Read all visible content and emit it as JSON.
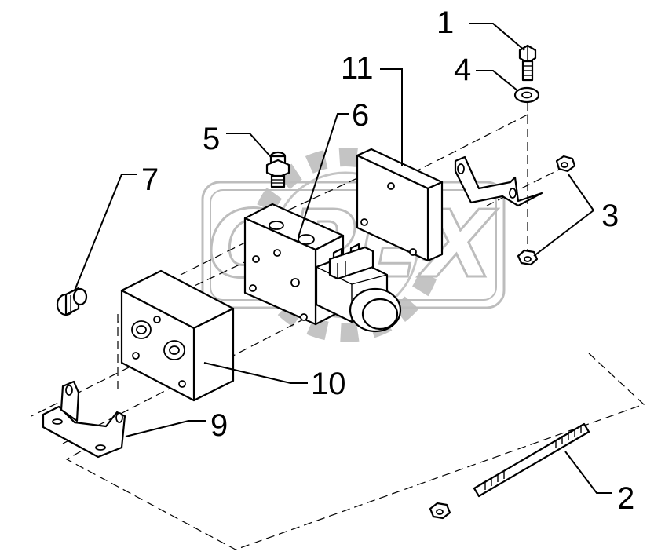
{
  "watermark": {
    "text": "OPEX"
  },
  "callouts": [
    {
      "id": "1",
      "label": "1"
    },
    {
      "id": "2",
      "label": "2"
    },
    {
      "id": "3",
      "label": "3"
    },
    {
      "id": "4",
      "label": "4"
    },
    {
      "id": "5",
      "label": "5"
    },
    {
      "id": "6",
      "label": "6"
    },
    {
      "id": "7",
      "label": "7"
    },
    {
      "id": "9",
      "label": "9"
    },
    {
      "id": "10",
      "label": "10"
    },
    {
      "id": "11",
      "label": "11"
    }
  ]
}
